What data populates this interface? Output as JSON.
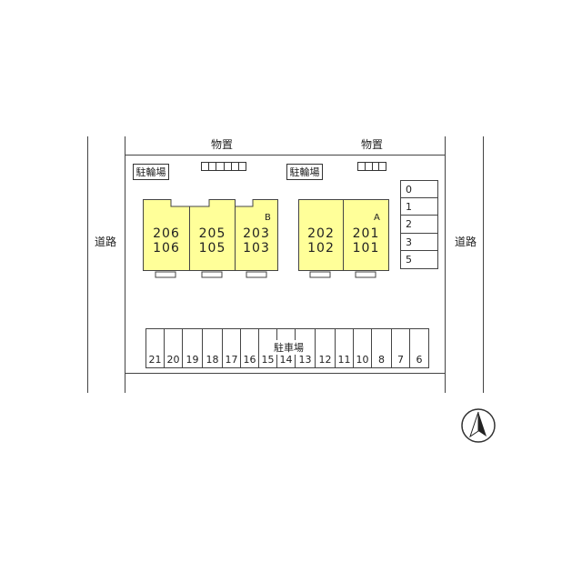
{
  "labels": {
    "road_left": "道路",
    "road_right": "道路",
    "storage_left": "物置",
    "storage_right": "物置",
    "bike_parking_left": "駐輪場",
    "bike_parking_right": "駐輪場",
    "parking_lot": "駐車場"
  },
  "units": [
    {
      "upper": "206",
      "lower": "106",
      "tag": ""
    },
    {
      "upper": "205",
      "lower": "105",
      "tag": ""
    },
    {
      "upper": "203",
      "lower": "103",
      "tag": "B"
    },
    {
      "upper": "202",
      "lower": "102",
      "tag": ""
    },
    {
      "upper": "201",
      "lower": "101",
      "tag": "A"
    }
  ],
  "bike_slots": [
    "0",
    "1",
    "2",
    "3",
    "5"
  ],
  "parking_spaces": [
    "21",
    "20",
    "19",
    "18",
    "17",
    "16",
    "15",
    "14",
    "13",
    "12",
    "11",
    "10",
    "8",
    "7",
    "6"
  ],
  "icons": {
    "compass": "north-arrow-icon"
  },
  "colors": {
    "building_fill": "#ffff99",
    "building_stroke": "#444444"
  }
}
